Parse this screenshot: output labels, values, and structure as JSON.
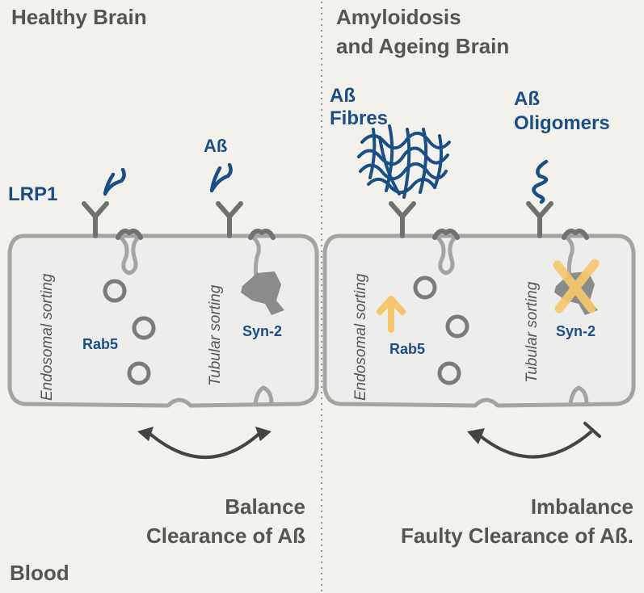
{
  "panels": {
    "left": {
      "title": "Healthy Brain",
      "receptor_label": "LRP1",
      "peptide_label": "Aß",
      "endosomal_label": "Endosomal sorting",
      "tubular_label": "Tubular sorting",
      "rab5_label": "Rab5",
      "syn2_label": "Syn-2",
      "summary_line1": "Balance",
      "summary_line2": "Clearance of Aß"
    },
    "right": {
      "title_line1": "Amyloidosis",
      "title_line2": "and Ageing Brain",
      "fibres_line1": "Aß",
      "fibres_line2": "Fibres",
      "oligomers_line1": "Aß",
      "oligomers_line2": "Oligomers",
      "endosomal_label": "Endosomal sorting",
      "tubular_label": "Tubular sorting",
      "rab5_label": "Rab5",
      "syn2_label": "Syn-2",
      "summary_line1": "Imbalance",
      "summary_line2": "Faulty Clearance of Aß."
    }
  },
  "bottom_label": "Blood",
  "colors": {
    "background": "#f2f1ec",
    "cell_fill": "#ededeb",
    "cell_outline": "#a3a5a3",
    "receptor": "#707271",
    "peptide_blue": "#1a4f86",
    "highlight_yellow": "#f6c86e",
    "heading_gray": "#555555"
  }
}
